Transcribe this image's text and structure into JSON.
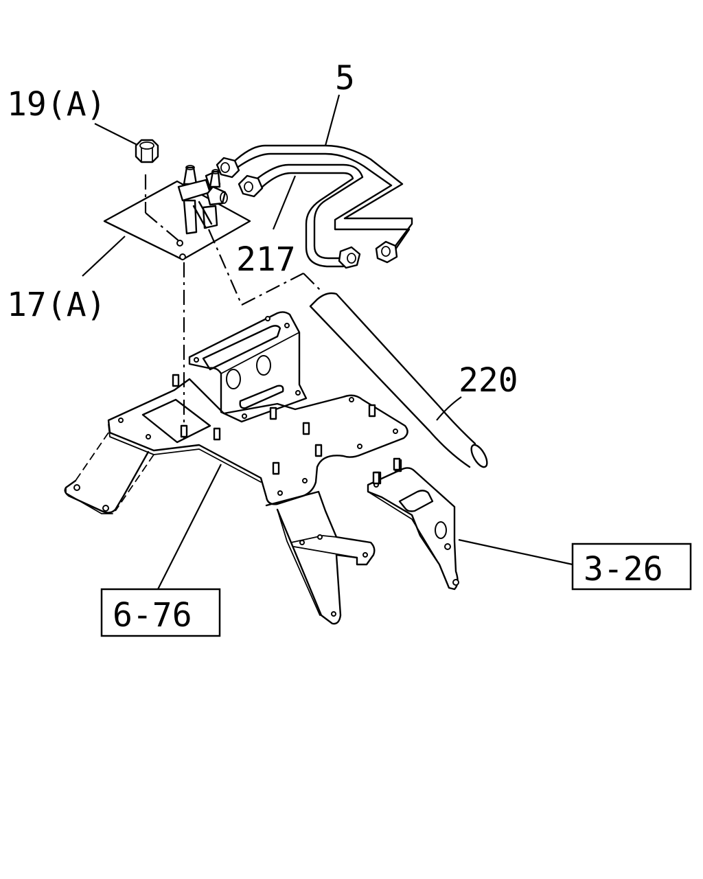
{
  "callouts": {
    "part_19a": "19(A)",
    "part_17a": "17(A)",
    "part_5": "5",
    "part_217": "217",
    "part_220": "220",
    "ref_6_76": "6-76",
    "ref_3_26": "3-26"
  }
}
